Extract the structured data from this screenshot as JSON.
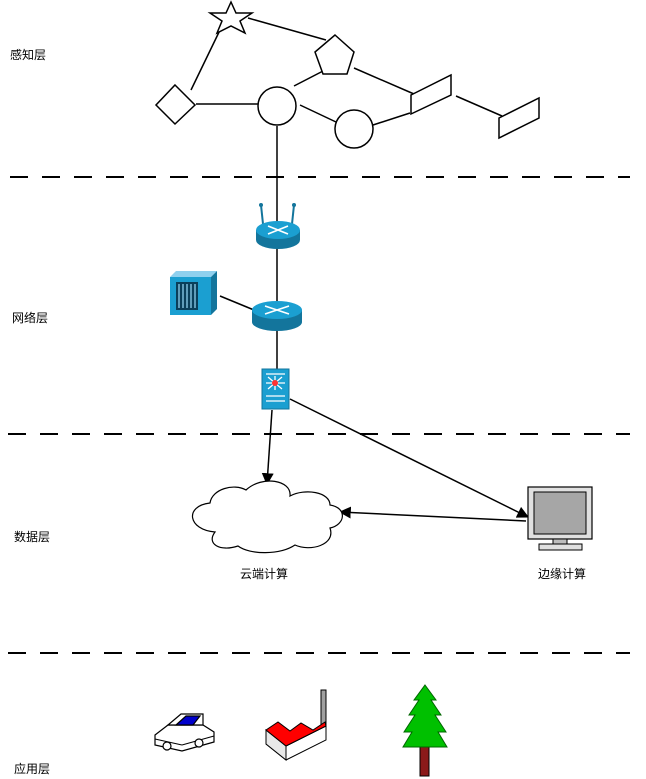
{
  "layers": [
    {
      "label": "感知层"
    },
    {
      "label": "网络层"
    },
    {
      "label": "数据层"
    },
    {
      "label": "应用层"
    }
  ],
  "nodes": {
    "cloud_label": "云端计算",
    "edge_label": "边缘计算"
  },
  "colors": {
    "line": "#000000",
    "router": "#1b9fd1",
    "router_dark": "#13759c",
    "monitor_screen": "#a6a6a6",
    "factory_roof": "#ff0000",
    "tree": "#00c000",
    "tree_trunk": "#8b1a1a",
    "car_stripe": "#0000cc"
  },
  "icons": [
    "star-icon",
    "pentagon-icon",
    "diamond-icon",
    "circle-node-icon",
    "parallelogram-icon",
    "wireless-router-icon",
    "server-icon",
    "router-icon",
    "switch-icon",
    "cloud-icon",
    "monitor-icon",
    "car-icon",
    "factory-icon",
    "tree-icon"
  ]
}
